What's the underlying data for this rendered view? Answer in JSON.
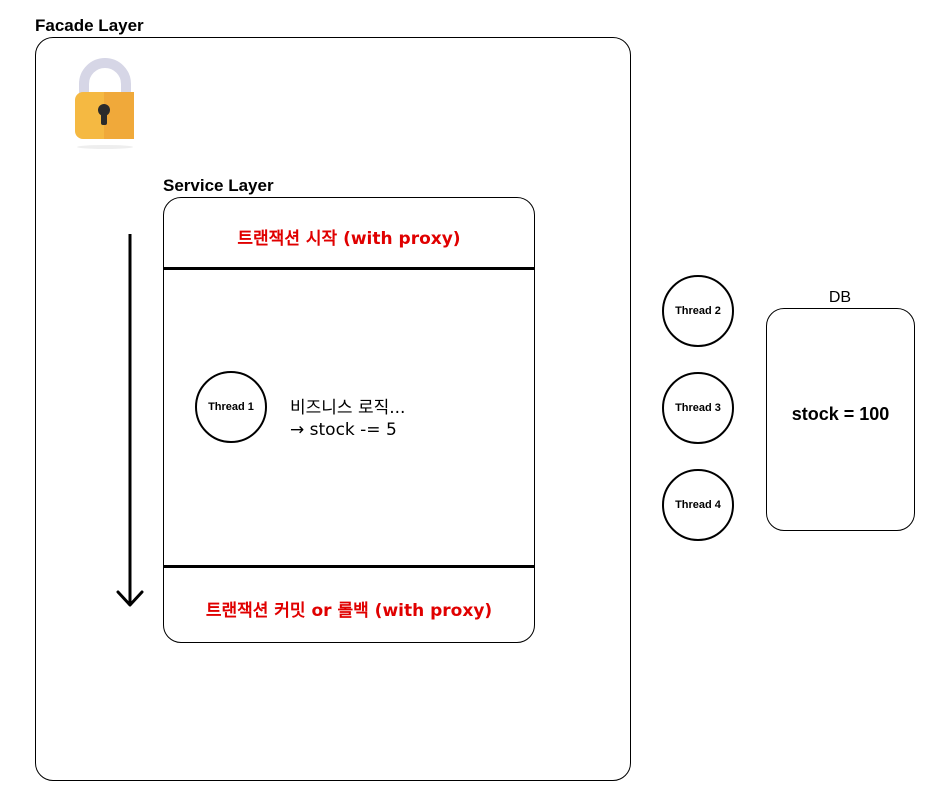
{
  "facade": {
    "title": "Facade Layer",
    "icon": "lock-icon"
  },
  "service": {
    "title": "Service Layer",
    "begin_text": "트랜잭션 시작 (with proxy)",
    "end_text": "트랜잭션 커밋 or 롤백 (with proxy)",
    "logic_line1": "비즈니스 로직...",
    "logic_line2": "→ stock -= 5"
  },
  "threads": {
    "t1": "Thread 1",
    "t2": "Thread 2",
    "t3": "Thread 3",
    "t4": "Thread 4"
  },
  "db": {
    "label": "DB",
    "value": "stock = 100"
  },
  "colors": {
    "accent_red": "#e00000",
    "lock_body": "#f5b942",
    "lock_shackle": "#d6d6e6"
  }
}
